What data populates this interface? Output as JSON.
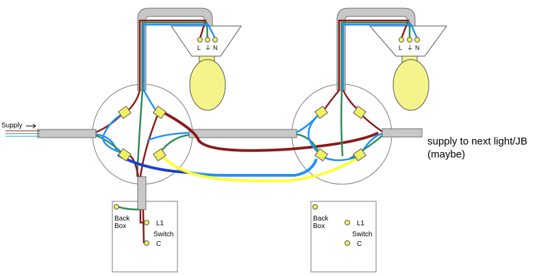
{
  "labels": {
    "supply": "Supply",
    "next_supply_line1": "supply to next light/JB",
    "next_supply_line2": "(maybe)",
    "lamp1_terminals": [
      "L",
      "⏚",
      "N"
    ],
    "lamp2_terminals": [
      "L",
      "⏚",
      "N"
    ],
    "switch1": {
      "back": "Back",
      "box": "Box",
      "l1": "L1",
      "switch": "Switch",
      "c": "C"
    },
    "switch2": {
      "back": "Back",
      "box": "Box",
      "l1": "L1",
      "switch": "Switch",
      "c": "C"
    }
  },
  "colors": {
    "cable": "#c0c0c0",
    "brown": "#8b1a1a",
    "blue": "#1e90ff",
    "dark_blue": "#1a3fd0",
    "yellow": "#ffff33",
    "green": "#2e8b57",
    "bulb": "#f4f48a"
  }
}
